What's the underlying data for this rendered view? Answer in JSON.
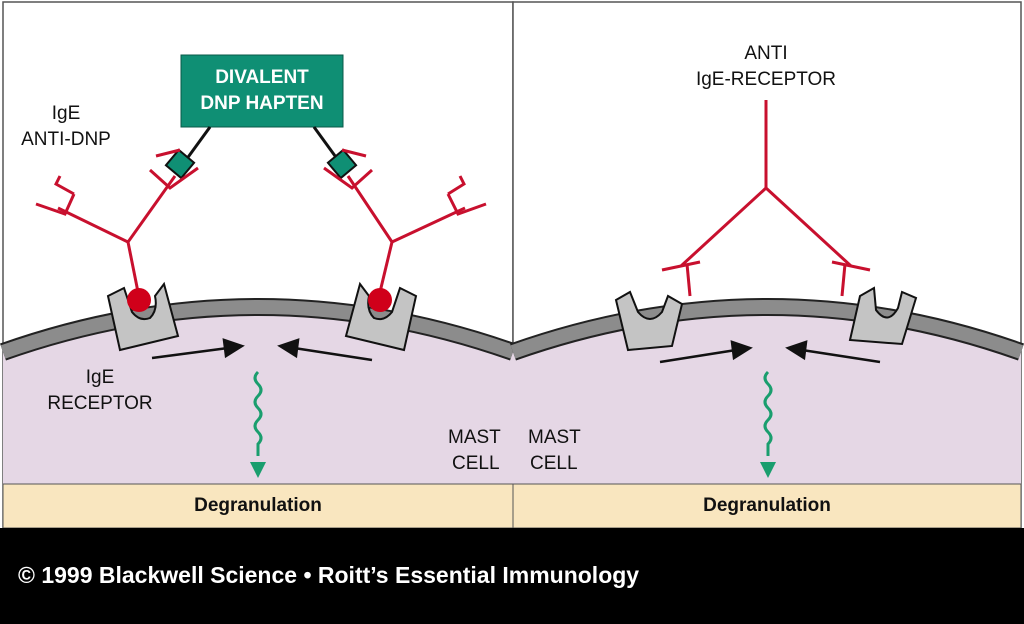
{
  "left_panel": {
    "hapten_line1": "DIVALENT",
    "hapten_line2": "DNP HAPTEN",
    "ige_line1": "IgE",
    "ige_line2": "ANTI-DNP",
    "receptor_line1": "IgE",
    "receptor_line2": "RECEPTOR",
    "mast_line1": "MAST",
    "mast_line2": "CELL",
    "degranulation": "Degranulation"
  },
  "right_panel": {
    "antibody_line1": "ANTI",
    "antibody_line2": "IgE-RECEPTOR",
    "mast_line1": "MAST",
    "mast_line2": "CELL",
    "degranulation": "Degranulation"
  },
  "footer": {
    "copyright": "© 1999 Blackwell Science • Roitt’s Essential Immunology"
  },
  "colors": {
    "antibody": "#c8102e",
    "hapten": "#0f8f74",
    "membrane": "#8c8c8c",
    "cytoplasm": "#e5d7e5",
    "degranulation_band": "#f9e6bf",
    "receptor": "#c4c4c4",
    "signal": "#1a9e6e"
  }
}
